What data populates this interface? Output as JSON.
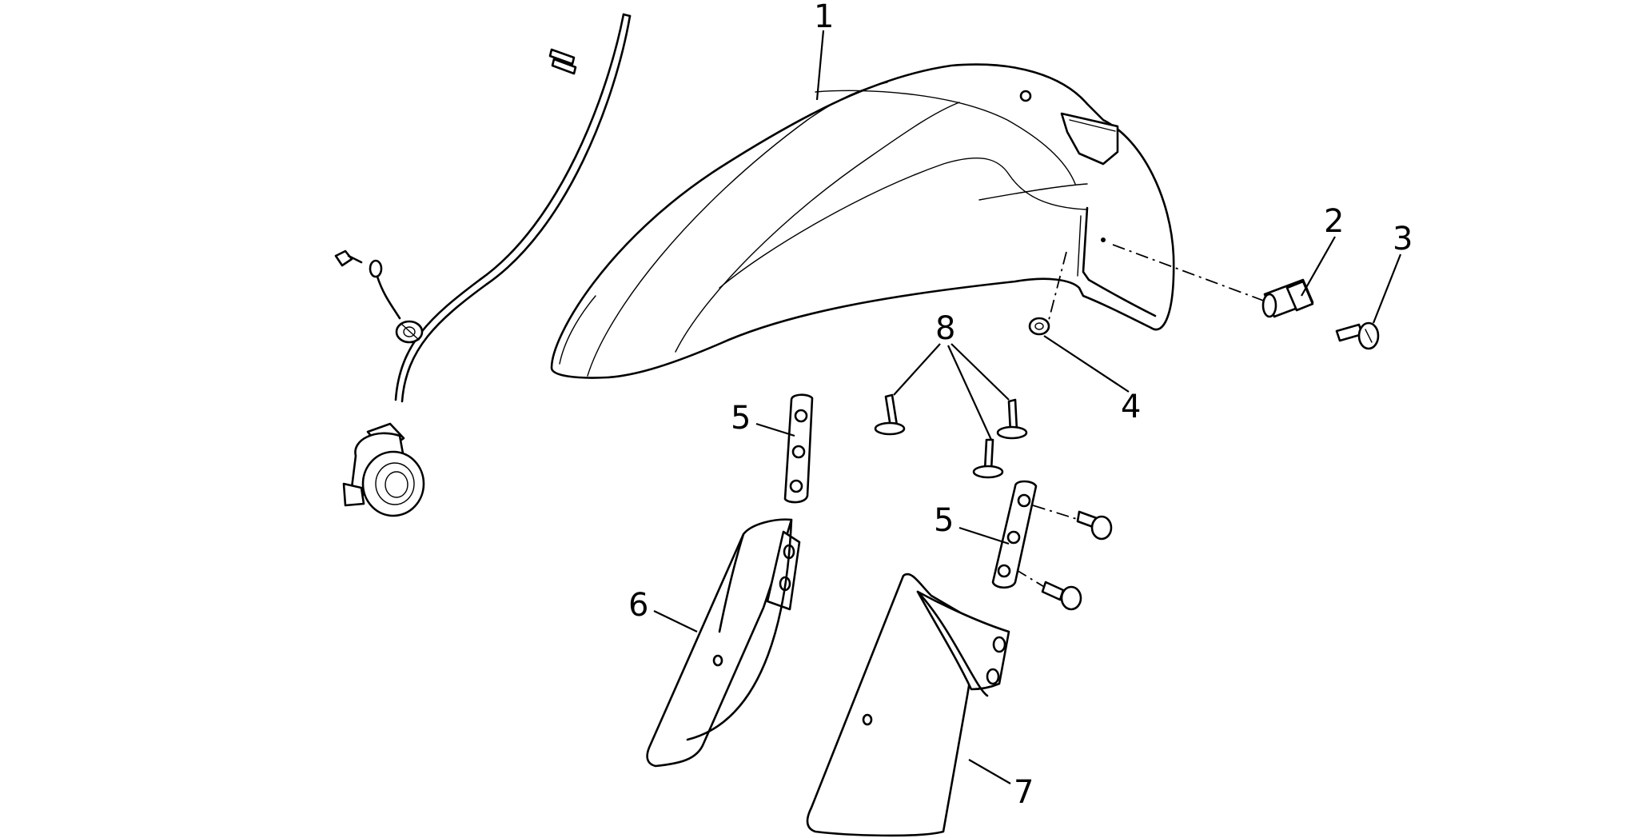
{
  "callouts": {
    "c1": "1",
    "c2": "2",
    "c3": "3",
    "c4": "4",
    "c5a": "5",
    "c5b": "5",
    "c6": "6",
    "c7": "7",
    "c8": "8"
  },
  "colors": {
    "line": "#000000",
    "background": "#ffffff"
  }
}
